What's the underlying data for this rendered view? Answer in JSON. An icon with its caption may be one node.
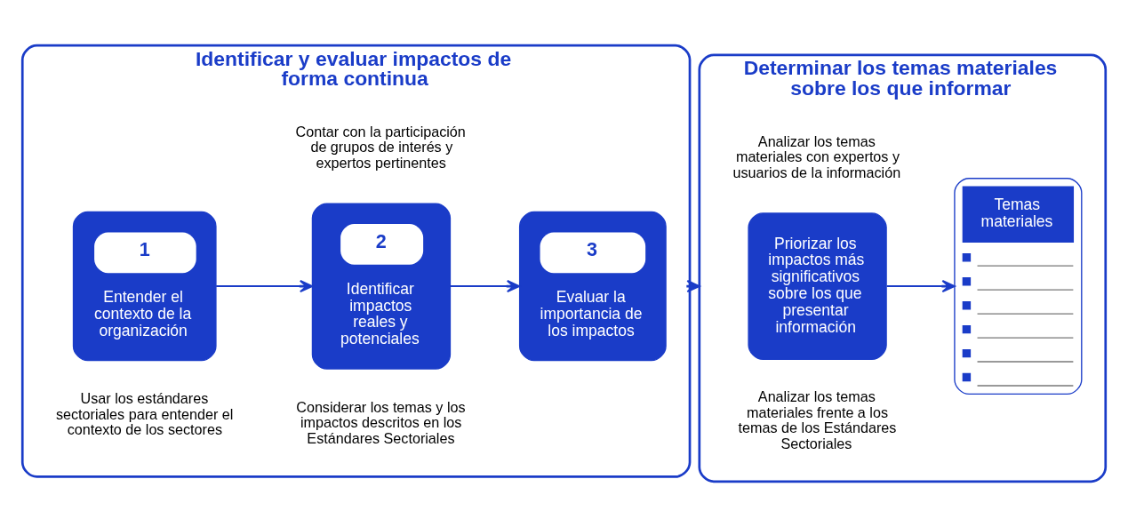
{
  "diagram": {
    "nodes": [
      {
        "text": [
          "Identificar y evaluar impactos de forma continua"
        ]
      },
      {
        "text": [
          "1",
          "Entender el contexto de la organización"
        ],
        "in": 0,
        "beside": [
          "Usar los estándares sectoriales para entender el contexto de los sectores"
        ]
      },
      {
        "text": [
          "2",
          "Identificar impactos reales y potenciales"
        ],
        "in": 0,
        "beside": [
          "Contar con la participación de grupos de interés y expertos pertinentes",
          "Considerar los temas y los impactos descritos en los Estándares Sectoriales"
        ]
      },
      {
        "text": [
          "3",
          "Evaluar la importancia de los impactos"
        ],
        "in": 0
      },
      {
        "text": [
          "Determinar los temas materiales sobre los que informar"
        ]
      },
      {
        "text": [
          "Priorizar los impactos más significativos sobre los que presentar información"
        ],
        "in": 4,
        "beside": [
          "Analizar los temas materiales con expertos y usuarios de la información",
          "Analizar los temas materiales frente a los temas de los Estándares Sectoriales"
        ]
      },
      {
        "text": [
          "Temas materiales"
        ],
        "in": 4
      }
    ],
    "edges": [
      {
        "from": 1,
        "to": 2,
        "arrow": "to"
      },
      {
        "from": 2,
        "to": 3,
        "arrow": "to"
      },
      {
        "from": 0,
        "to": 4,
        "arrow": "to"
      },
      {
        "from": 5,
        "to": 6,
        "arrow": "to"
      }
    ]
  }
}
